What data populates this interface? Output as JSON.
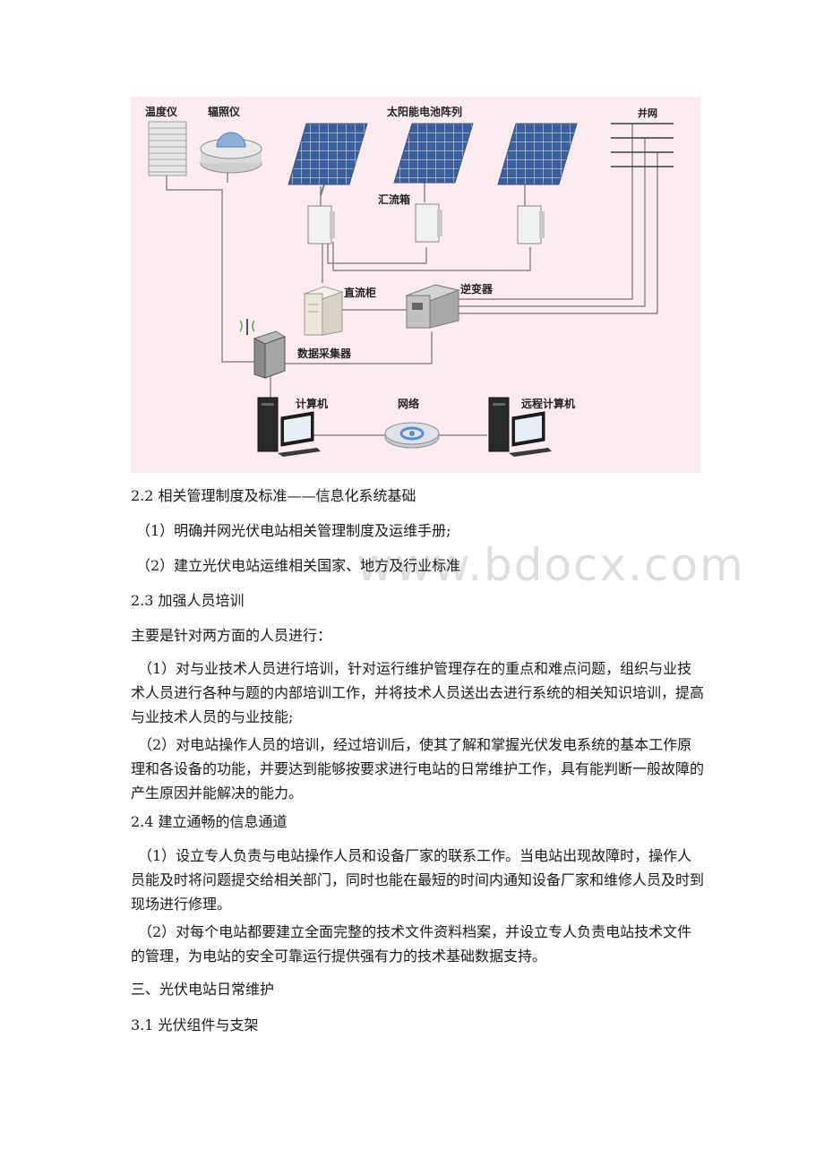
{
  "diagram": {
    "labels": {
      "thermometer": "温度仪",
      "irradiance": "辐照仪",
      "solar_array": "太阳能电池阵列",
      "grid": "并网",
      "combiner": "汇流箱",
      "dc_cabinet": "直流柜",
      "inverter": "逆变器",
      "data_collector": "数据采集器",
      "computer": "计算机",
      "network": "网络",
      "remote_computer": "远程计算机"
    }
  },
  "watermark": "www.bdocx.com",
  "paragraphs": [
    "2.2 相关管理制度及标准——信息化系统基础",
    "（1）明确并网光伏电站相关管理制度及运维手册;",
    "（2）建立光伏电站运维相关国家、地方及行业标准",
    "2.3 加强人员培训",
    "主要是针对两方面的人员进行：",
    "（1）对与业技术人员进行培训，针对运行维护管理存在的重点和难点问题，组织与业技术人员进行各种与题的内部培训工作，并将技术人员送出去进行系统的相关知识培训，提高与业技术人员的与业技能;",
    "（2）对电站操作人员的培训，经过培训后，使其了解和掌握光伏发电系统的基本工作原理和各设备的功能，并要达到能够按要求进行电站的日常维护工作，具有能判断一般故障的产生原因并能解决的能力。",
    "2.4 建立通畅的信息通道",
    "（1）设立专人负责与电站操作人员和设备厂家的联系工作。当电站出现故障时，操作人员能及时将问题提交给相关部门，同时也能在最短的时间内通知设备厂家和维修人员及时到现场进行修理。",
    "（2）对每个电站都要建立全面完整的技术文件资料档案，并设立专人负责电站技术文件的管理，为电站的安全可靠运行提供强有力的技术基础数据支持。",
    "三、光伏电站日常维护",
    "3.1 光伏组件与支架"
  ]
}
